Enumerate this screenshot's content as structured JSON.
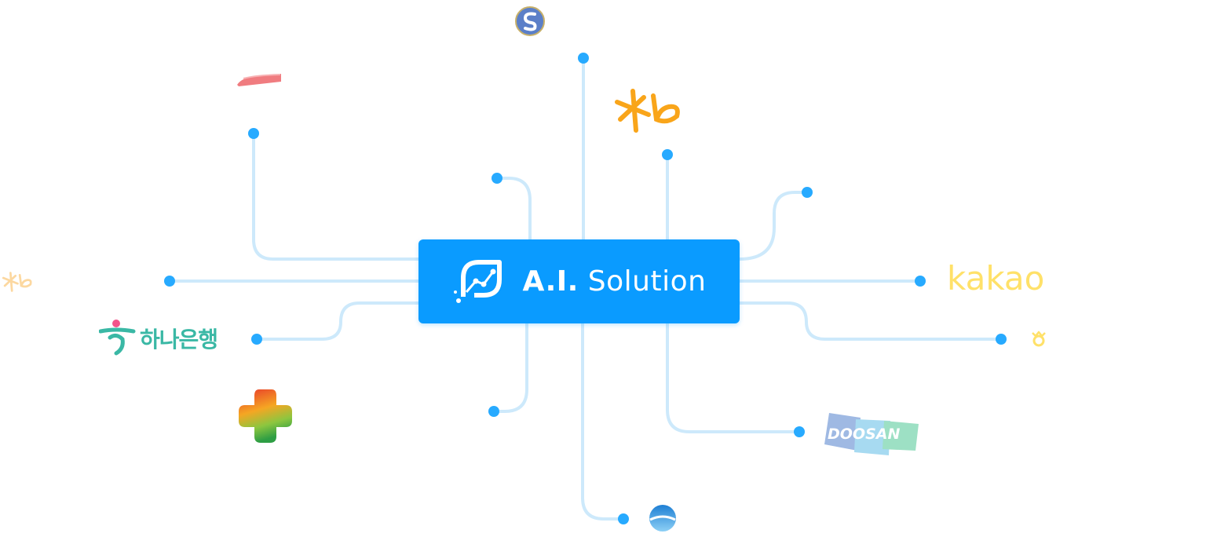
{
  "hub": {
    "title_bold": "A.I.",
    "title_light": "Solution",
    "icon": "chart-leaf-icon",
    "color": "#0a9bff"
  },
  "connector_color": "#cde9fb",
  "node_color": "#27aaff",
  "partners": {
    "kakao": {
      "text": "kakao",
      "color": "#ffe169"
    },
    "hana": {
      "text": "하나은행",
      "color": "#3ab8a5"
    },
    "doosan": {
      "text": "DOOSAN"
    },
    "kb_large": {
      "icon": "kb-star-logo-icon",
      "color": "#f9a51a"
    },
    "kb_small": {
      "icon": "kb-star-logo-icon",
      "color": "#fcd8a0"
    },
    "shinhan": {
      "icon": "shinhan-logo-icon"
    },
    "lotte": {
      "icon": "red-brush-logo-icon"
    },
    "plus_cross": {
      "icon": "colorful-cross-logo-icon"
    },
    "wave_circle": {
      "icon": "blue-wave-circle-logo-icon"
    },
    "crown_small": {
      "icon": "small-crown-logo-icon"
    }
  }
}
